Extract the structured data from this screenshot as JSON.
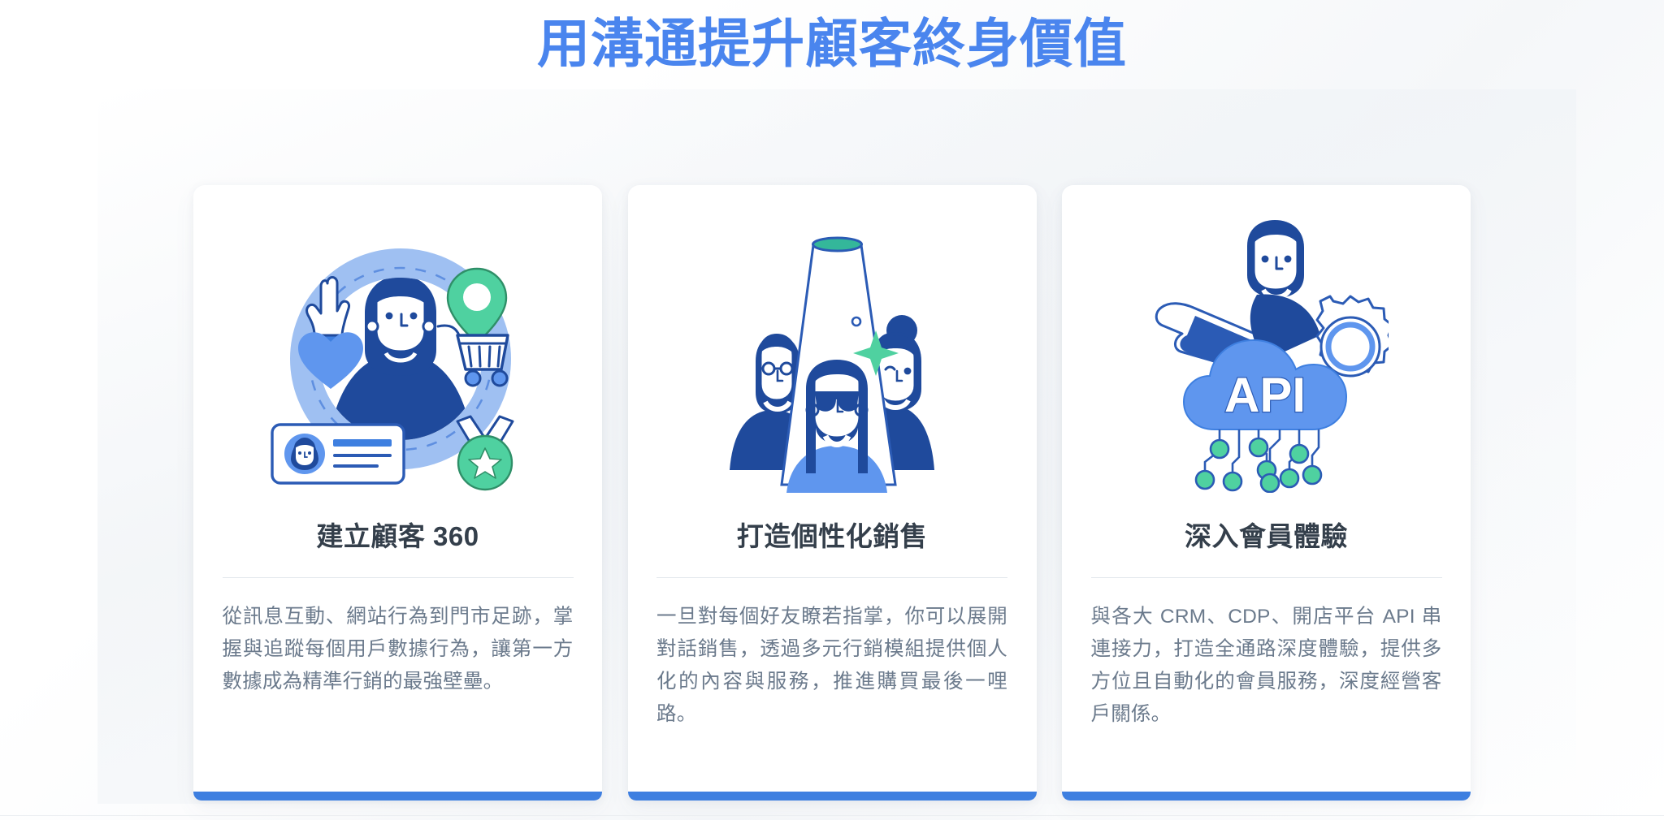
{
  "heading": {
    "title": "用溝通提升顧客終身價值",
    "color": "#4a85ee"
  },
  "theme": {
    "accent_blue": "#3e7fe0",
    "deep_blue": "#1f4a9c",
    "mid_blue": "#4a85ee",
    "light_blue": "#9fc0f2",
    "green": "#4fd1a0",
    "title_color": "#343f4b",
    "body_color": "#6b7a8c",
    "divider_color": "#e3e7ec",
    "card_background": "#ffffff",
    "page_background": "#f5f7f9"
  },
  "cards": [
    {
      "id": "customer-360",
      "illustration": "customer-360-illustration",
      "title": "建立顧客 360",
      "body": "從訊息互動、網站行為到門市足跡，掌握與追蹤每個用戶數據行為，讓第一方數據成為精準行銷的最強壁壘。",
      "accent_color": "#3e7fe0"
    },
    {
      "id": "personalized-selling",
      "illustration": "megaphone-audience-illustration",
      "title": "打造個性化銷售",
      "body": "一旦對每個好友瞭若指掌，你可以展開對話銷售，透過多元行銷模組提供個人化的內容與服務，推進購買最後一哩路。",
      "accent_color": "#3e7fe0"
    },
    {
      "id": "member-experience",
      "illustration": "api-cloud-illustration",
      "title": "深入會員體驗",
      "body": "與各大 CRM、CDP、開店平台 API 串連接力，打造全通路深度體驗，提供多方位且自動化的會員服務，深度經營客戶關係。",
      "accent_color": "#3e7fe0"
    }
  ],
  "illustration_labels": {
    "api_cloud_text": "API"
  }
}
